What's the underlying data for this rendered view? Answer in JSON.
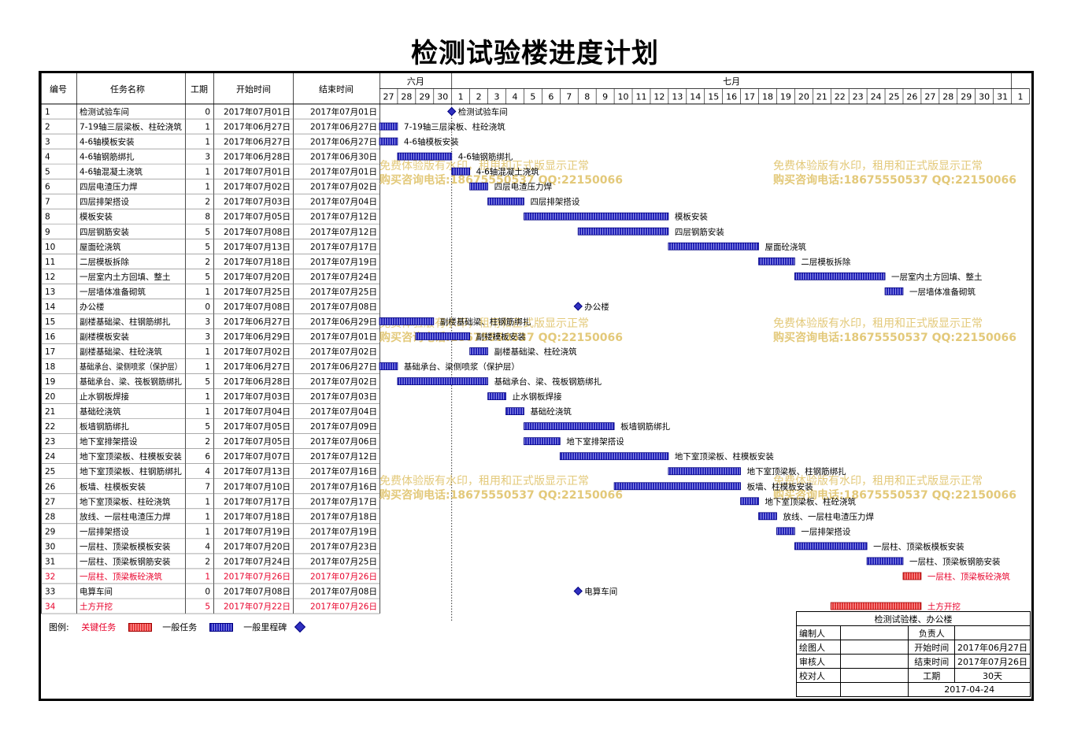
{
  "title": "检测试验楼进度计划",
  "headers": {
    "id": "编号",
    "name": "任务名称",
    "duration": "工期",
    "start": "开始时间",
    "end": "结束时间"
  },
  "months": [
    {
      "label": "六月",
      "span": 4
    },
    {
      "label": "七月",
      "span": 31
    }
  ],
  "days": [
    "27",
    "28",
    "29",
    "30",
    "1",
    "2",
    "3",
    "4",
    "5",
    "6",
    "7",
    "8",
    "9",
    "10",
    "11",
    "12",
    "13",
    "14",
    "15",
    "16",
    "17",
    "18",
    "19",
    "20",
    "21",
    "22",
    "23",
    "24",
    "25",
    "26",
    "27",
    "28",
    "29",
    "30",
    "31",
    "1"
  ],
  "chart_data": {
    "type": "gantt",
    "title": "检测试验楼进度计划",
    "x_start": "2017-06-27",
    "x_end": "2017-08-01",
    "tasks": [
      {
        "id": "1",
        "name": "检测试验车间",
        "duration": "0",
        "start": "2017年07月01日",
        "end": "2017年07月01日",
        "s": "2017-07-01",
        "e": "2017-07-01",
        "kind": "milestone",
        "label": "检测试验车间"
      },
      {
        "id": "2",
        "name": "7-19轴三层梁板、柱砼浇筑",
        "duration": "1",
        "start": "2017年06月27日",
        "end": "2017年06月27日",
        "s": "2017-06-27",
        "e": "2017-06-27",
        "kind": "normal",
        "label": "7-19轴三层梁板、柱砼浇筑"
      },
      {
        "id": "3",
        "name": "4-6轴模板安装",
        "duration": "1",
        "start": "2017年06月27日",
        "end": "2017年06月27日",
        "s": "2017-06-27",
        "e": "2017-06-27",
        "kind": "normal",
        "label": "4-6轴模板安装"
      },
      {
        "id": "4",
        "name": "4-6轴钢筋绑扎",
        "duration": "3",
        "start": "2017年06月28日",
        "end": "2017年06月30日",
        "s": "2017-06-28",
        "e": "2017-06-30",
        "kind": "normal",
        "label": "4-6轴钢筋绑扎"
      },
      {
        "id": "5",
        "name": "4-6轴混凝土浇筑",
        "duration": "1",
        "start": "2017年07月01日",
        "end": "2017年07月01日",
        "s": "2017-07-01",
        "e": "2017-07-01",
        "kind": "normal",
        "label": "4-6轴混凝土浇筑"
      },
      {
        "id": "6",
        "name": "四层电渣压力焊",
        "duration": "1",
        "start": "2017年07月02日",
        "end": "2017年07月02日",
        "s": "2017-07-02",
        "e": "2017-07-02",
        "kind": "normal",
        "label": "四层电渣压力焊"
      },
      {
        "id": "7",
        "name": "四层排架搭设",
        "duration": "2",
        "start": "2017年07月03日",
        "end": "2017年07月04日",
        "s": "2017-07-03",
        "e": "2017-07-04",
        "kind": "normal",
        "label": "四层排架搭设"
      },
      {
        "id": "8",
        "name": "模板安装",
        "duration": "8",
        "start": "2017年07月05日",
        "end": "2017年07月12日",
        "s": "2017-07-05",
        "e": "2017-07-12",
        "kind": "normal",
        "label": "模板安装"
      },
      {
        "id": "9",
        "name": "四层钢筋安装",
        "duration": "5",
        "start": "2017年07月08日",
        "end": "2017年07月12日",
        "s": "2017-07-08",
        "e": "2017-07-12",
        "kind": "normal",
        "label": "四层钢筋安装"
      },
      {
        "id": "10",
        "name": "屋面砼浇筑",
        "duration": "5",
        "start": "2017年07月13日",
        "end": "2017年07月17日",
        "s": "2017-07-13",
        "e": "2017-07-17",
        "kind": "normal",
        "label": "屋面砼浇筑"
      },
      {
        "id": "11",
        "name": "二层模板拆除",
        "duration": "2",
        "start": "2017年07月18日",
        "end": "2017年07月19日",
        "s": "2017-07-18",
        "e": "2017-07-19",
        "kind": "normal",
        "label": "二层模板拆除"
      },
      {
        "id": "12",
        "name": "一层室内土方回填、整土",
        "duration": "5",
        "start": "2017年07月20日",
        "end": "2017年07月24日",
        "s": "2017-07-20",
        "e": "2017-07-24",
        "kind": "normal",
        "label": "一层室内土方回填、整土"
      },
      {
        "id": "13",
        "name": "一层墙体准备砌筑",
        "duration": "1",
        "start": "2017年07月25日",
        "end": "2017年07月25日",
        "s": "2017-07-25",
        "e": "2017-07-25",
        "kind": "normal",
        "label": "一层墙体准备砌筑"
      },
      {
        "id": "14",
        "name": "办公楼",
        "duration": "0",
        "start": "2017年07月08日",
        "end": "2017年07月08日",
        "s": "2017-07-08",
        "e": "2017-07-08",
        "kind": "milestone",
        "label": "办公楼"
      },
      {
        "id": "15",
        "name": "副楼基础梁、柱钢筋绑扎",
        "duration": "3",
        "start": "2017年06月27日",
        "end": "2017年06月29日",
        "s": "2017-06-27",
        "e": "2017-06-29",
        "kind": "normal",
        "label": "副楼基础梁、柱钢筋绑扎"
      },
      {
        "id": "16",
        "name": "副楼模板安装",
        "duration": "3",
        "start": "2017年06月29日",
        "end": "2017年07月01日",
        "s": "2017-06-29",
        "e": "2017-07-01",
        "kind": "normal",
        "label": "副楼模板安装"
      },
      {
        "id": "17",
        "name": "副楼基础梁、柱砼浇筑",
        "duration": "1",
        "start": "2017年07月02日",
        "end": "2017年07月02日",
        "s": "2017-07-02",
        "e": "2017-07-02",
        "kind": "normal",
        "label": "副楼基础梁、柱砼浇筑"
      },
      {
        "id": "18",
        "name": "基础承台、梁侧喷浆（保护层）",
        "duration": "1",
        "start": "2017年06月27日",
        "end": "2017年06月27日",
        "s": "2017-06-27",
        "e": "2017-06-27",
        "kind": "normal",
        "label": "基础承台、梁侧喷浆（保护层）"
      },
      {
        "id": "19",
        "name": "基础承台、梁、筏板钢筋绑扎",
        "duration": "5",
        "start": "2017年06月28日",
        "end": "2017年07月02日",
        "s": "2017-06-28",
        "e": "2017-07-02",
        "kind": "normal",
        "label": "基础承台、梁、筏板钢筋绑扎"
      },
      {
        "id": "20",
        "name": "止水钢板焊接",
        "duration": "1",
        "start": "2017年07月03日",
        "end": "2017年07月03日",
        "s": "2017-07-03",
        "e": "2017-07-03",
        "kind": "normal",
        "label": "止水钢板焊接"
      },
      {
        "id": "21",
        "name": "基础砼浇筑",
        "duration": "1",
        "start": "2017年07月04日",
        "end": "2017年07月04日",
        "s": "2017-07-04",
        "e": "2017-07-04",
        "kind": "normal",
        "label": "基础砼浇筑"
      },
      {
        "id": "22",
        "name": "板墙钢筋绑扎",
        "duration": "5",
        "start": "2017年07月05日",
        "end": "2017年07月09日",
        "s": "2017-07-05",
        "e": "2017-07-09",
        "kind": "normal",
        "label": "板墙钢筋绑扎"
      },
      {
        "id": "23",
        "name": "地下室排架搭设",
        "duration": "2",
        "start": "2017年07月05日",
        "end": "2017年07月06日",
        "s": "2017-07-05",
        "e": "2017-07-06",
        "kind": "normal",
        "label": "地下室排架搭设"
      },
      {
        "id": "24",
        "name": "地下室顶梁板、柱模板安装",
        "duration": "6",
        "start": "2017年07月07日",
        "end": "2017年07月12日",
        "s": "2017-07-07",
        "e": "2017-07-12",
        "kind": "normal",
        "label": "地下室顶梁板、柱模板安装"
      },
      {
        "id": "25",
        "name": "地下室顶梁板、柱钢筋绑扎",
        "duration": "4",
        "start": "2017年07月13日",
        "end": "2017年07月16日",
        "s": "2017-07-13",
        "e": "2017-07-16",
        "kind": "normal",
        "label": "地下室顶梁板、柱钢筋绑扎"
      },
      {
        "id": "26",
        "name": "板墙、柱模板安装",
        "duration": "7",
        "start": "2017年07月10日",
        "end": "2017年07月16日",
        "s": "2017-07-10",
        "e": "2017-07-16",
        "kind": "normal",
        "label": "板墙、柱模板安装"
      },
      {
        "id": "27",
        "name": "地下室顶梁板、柱砼浇筑",
        "duration": "1",
        "start": "2017年07月17日",
        "end": "2017年07月17日",
        "s": "2017-07-17",
        "e": "2017-07-17",
        "kind": "normal",
        "label": "地下室顶梁板、柱砼浇筑"
      },
      {
        "id": "28",
        "name": "放线、一层柱电渣压力焊",
        "duration": "1",
        "start": "2017年07月18日",
        "end": "2017年07月18日",
        "s": "2017-07-18",
        "e": "2017-07-18",
        "kind": "normal",
        "label": "放线、一层柱电渣压力焊"
      },
      {
        "id": "29",
        "name": "一层排架搭设",
        "duration": "1",
        "start": "2017年07月19日",
        "end": "2017年07月19日",
        "s": "2017-07-19",
        "e": "2017-07-19",
        "kind": "normal",
        "label": "一层排架搭设"
      },
      {
        "id": "30",
        "name": "一层柱、顶梁板模板安装",
        "duration": "4",
        "start": "2017年07月20日",
        "end": "2017年07月23日",
        "s": "2017-07-20",
        "e": "2017-07-23",
        "kind": "normal",
        "label": "一层柱、顶梁板模板安装"
      },
      {
        "id": "31",
        "name": "一层柱、顶梁板钢筋安装",
        "duration": "2",
        "start": "2017年07月24日",
        "end": "2017年07月25日",
        "s": "2017-07-24",
        "e": "2017-07-25",
        "kind": "normal",
        "label": "一层柱、顶梁板钢筋安装"
      },
      {
        "id": "32",
        "name": "一层柱、顶梁板砼浇筑",
        "duration": "1",
        "start": "2017年07月26日",
        "end": "2017年07月26日",
        "s": "2017-07-26",
        "e": "2017-07-26",
        "kind": "critical",
        "label": "一层柱、顶梁板砼浇筑"
      },
      {
        "id": "33",
        "name": "电算车间",
        "duration": "0",
        "start": "2017年07月08日",
        "end": "2017年07月08日",
        "s": "2017-07-08",
        "e": "2017-07-08",
        "kind": "milestone",
        "label": "电算车间"
      },
      {
        "id": "34",
        "name": "土方开挖",
        "duration": "5",
        "start": "2017年07月22日",
        "end": "2017年07月26日",
        "s": "2017-07-22",
        "e": "2017-07-26",
        "kind": "critical",
        "label": "土方开挖"
      }
    ]
  },
  "watermark": {
    "line1": "免费体验版有水印，租用和正式版显示正常",
    "line2": "购买咨询电话:18675550537 QQ:22150066"
  },
  "legend": {
    "title": "图例:",
    "critical": "关键任务",
    "normal": "一般任务",
    "milestone": "一般里程碑"
  },
  "info": {
    "project": "检测试验楼、办公楼",
    "compiler": "编制人",
    "drawer": "绘图人",
    "reviewer": "审核人",
    "proofreader": "校对人",
    "owner": "负责人",
    "start_label": "开始时间",
    "start_value": "2017年06月27日",
    "end_label": "结束时间",
    "end_value": "2017年07月26日",
    "duration_label": "工期",
    "duration_value": "30天",
    "date": "2017-04-24"
  },
  "colors": {
    "normal_bar": "#2a2ac0",
    "critical_bar": "#e03030",
    "critical_text": "#e8002a",
    "watermark": "#e3c97a"
  }
}
